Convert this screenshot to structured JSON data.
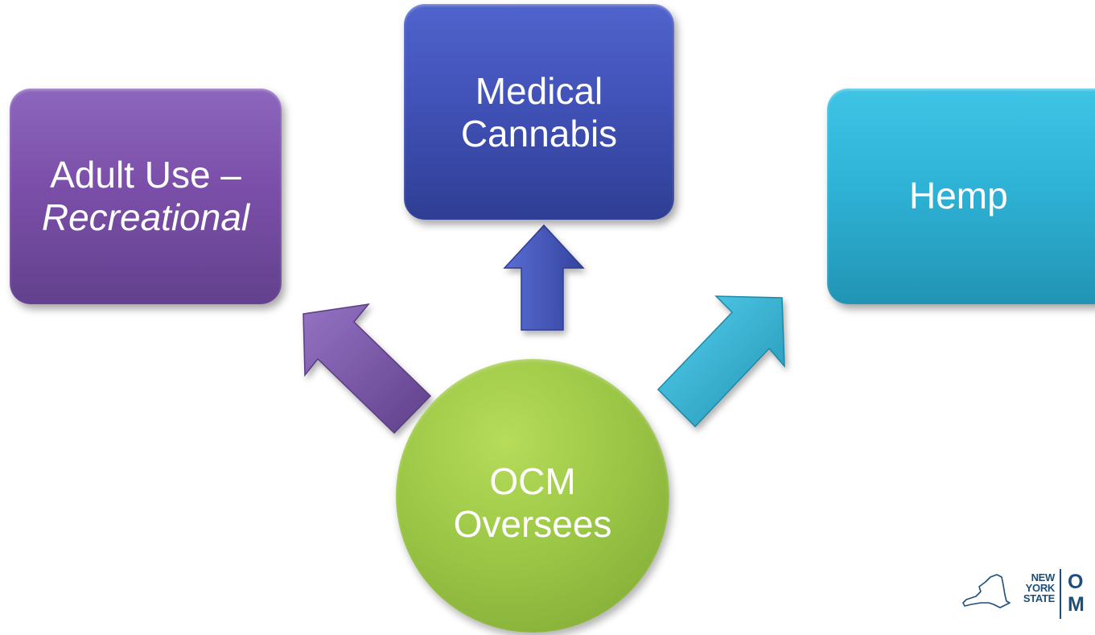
{
  "diagram": {
    "center": {
      "line1": "OCM",
      "line2": "Oversees",
      "color": "#9cc746"
    },
    "boxes": {
      "adult_use": {
        "line1": "Adult Use –",
        "line2": "Recreational",
        "color": "#7b4fa9"
      },
      "medical": {
        "line1": "Medical",
        "line2": "Cannabis",
        "color": "#4152b8"
      },
      "hemp": {
        "label": "Hemp",
        "color": "#2eb3d6"
      }
    }
  },
  "logo": {
    "state_line1": "NEW",
    "state_line2": "YORK",
    "state_line3": "STATE",
    "agency_line1": "O",
    "agency_line2": "M",
    "color": "#1d4f7a"
  }
}
